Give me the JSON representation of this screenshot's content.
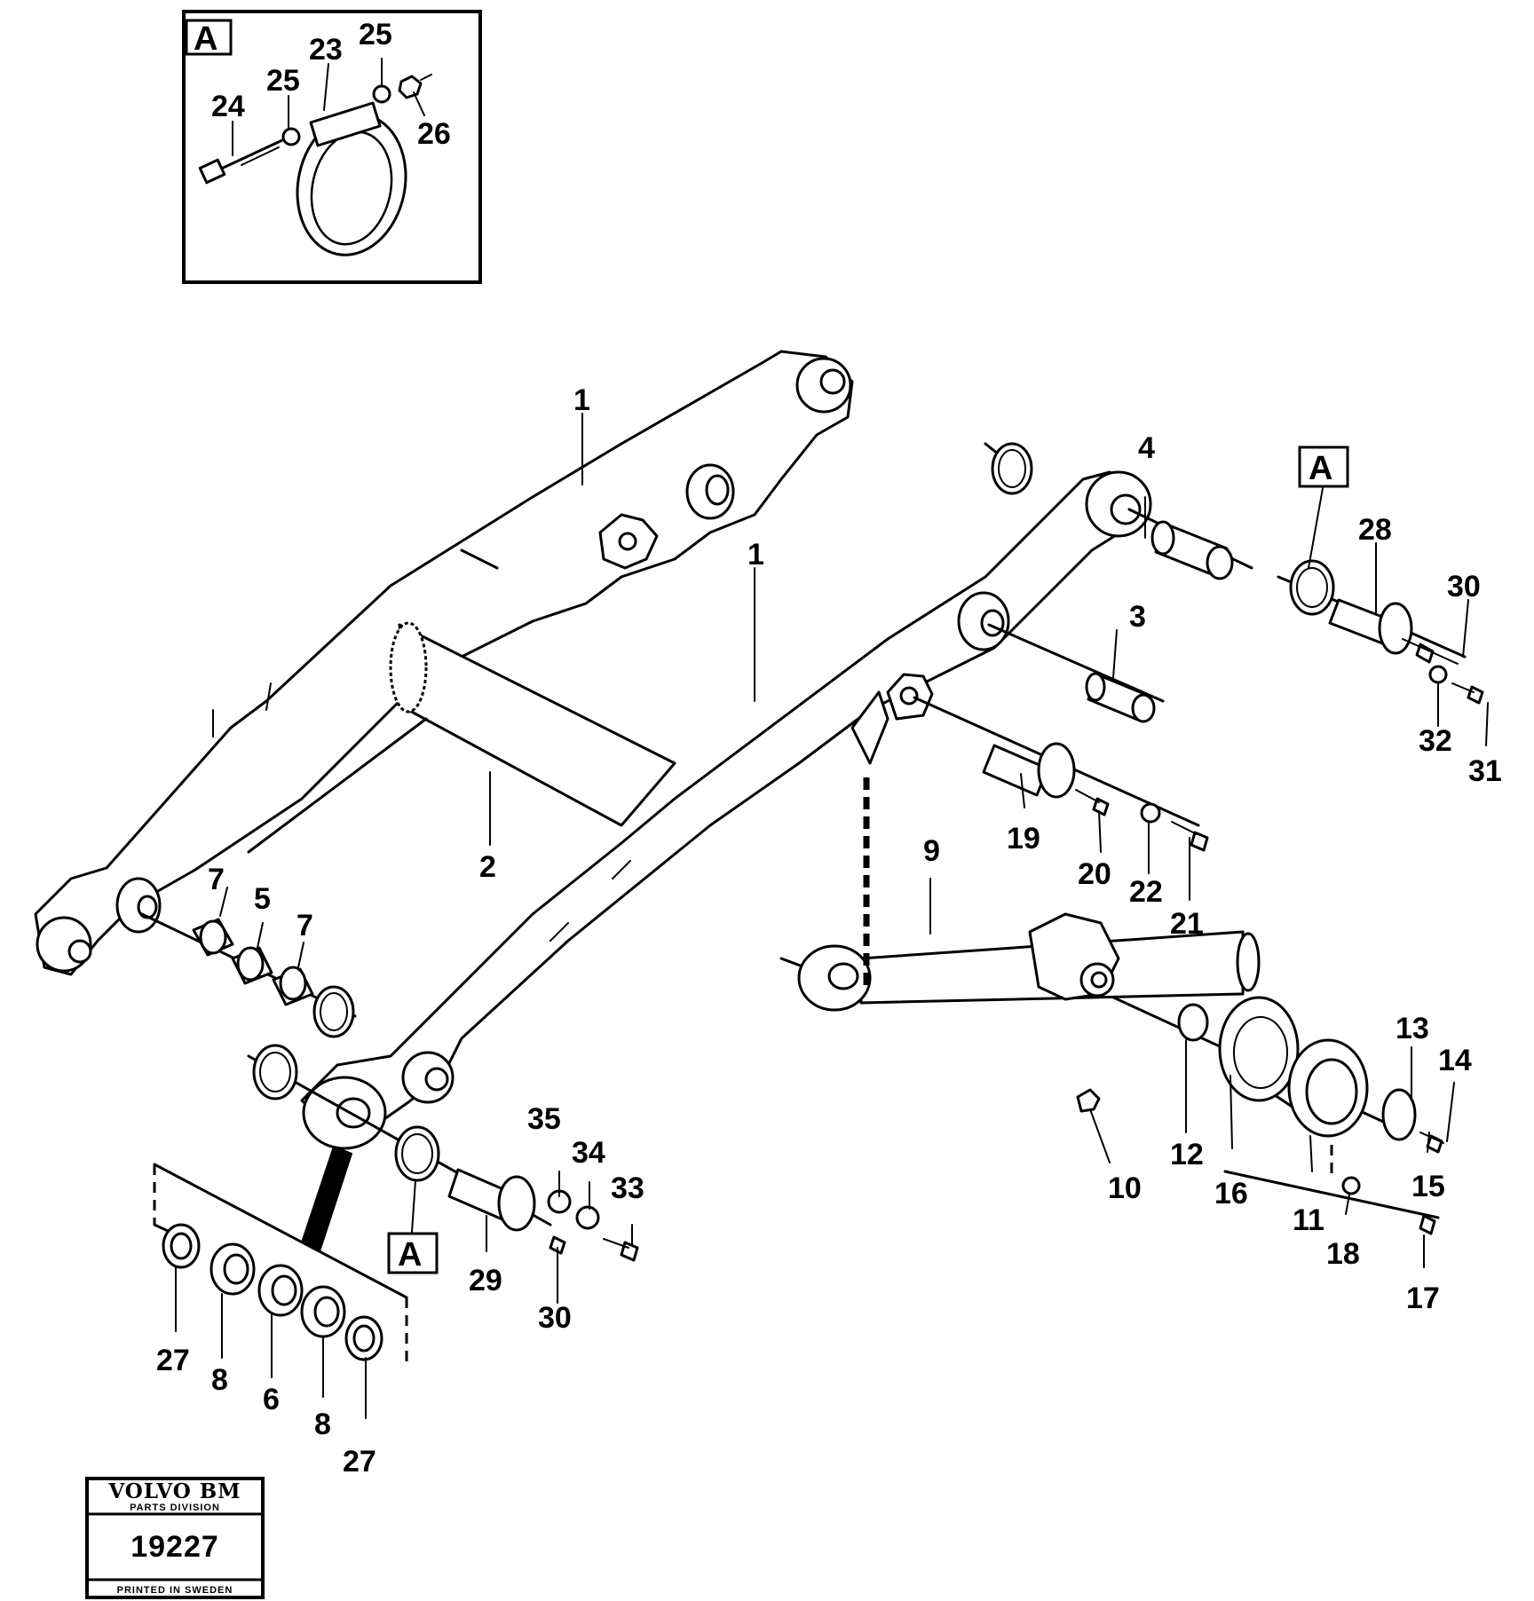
{
  "detail_box": {
    "letter": "A",
    "labels": [
      "23",
      "24",
      "25",
      "25",
      "26"
    ]
  },
  "callouts": {
    "A": "A"
  },
  "part_labels": [
    "1",
    "1",
    "2",
    "3",
    "4",
    "5",
    "6",
    "7",
    "7",
    "8",
    "8",
    "9",
    "10",
    "11",
    "12",
    "13",
    "14",
    "15",
    "16",
    "17",
    "18",
    "19",
    "20",
    "21",
    "22",
    "27",
    "27",
    "28",
    "29",
    "30",
    "30",
    "31",
    "32",
    "33",
    "34",
    "35"
  ],
  "stamp": {
    "brand": "VOLVO BM",
    "division": "PARTS DIVISION",
    "number": "19227",
    "printed": "PRINTED IN SWEDEN"
  }
}
